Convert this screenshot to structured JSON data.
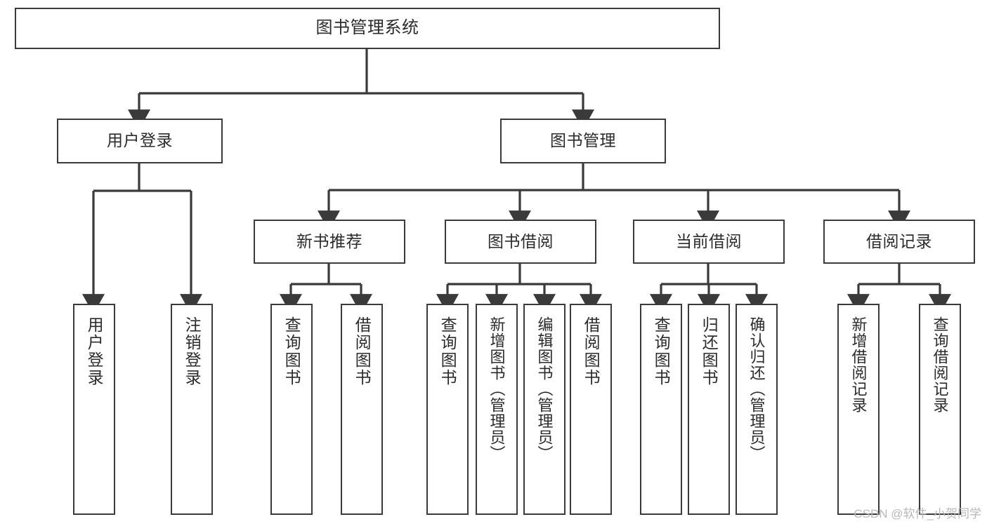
{
  "diagram": {
    "title": "图书管理系统",
    "type": "tree-hierarchy-diagram",
    "watermark": "CSDN @软件_小贺同学",
    "colors": {
      "box_border": "#3a3a3a",
      "box_fill": "#ffffff",
      "connector": "#3a3a3a",
      "text": "#2b2b2b",
      "watermark": "#b9b9b9",
      "background": "#ffffff"
    }
  },
  "nodes": {
    "root": {
      "label": "图书管理系统"
    },
    "level2": [
      {
        "id": "user-login",
        "label": "用户登录"
      },
      {
        "id": "book-manage",
        "label": "图书管理"
      }
    ],
    "level3": [
      {
        "id": "new-book-recommend",
        "label": "新书推荐"
      },
      {
        "id": "book-borrow",
        "label": "图书借阅"
      },
      {
        "id": "current-borrow",
        "label": "当前借阅"
      },
      {
        "id": "borrow-record",
        "label": "借阅记录"
      }
    ],
    "leaves": {
      "user_login": [
        {
          "id": "leaf-user-login",
          "label": "用户登录"
        },
        {
          "id": "leaf-user-logout",
          "label": "注销登录"
        }
      ],
      "new_book_recommend": [
        {
          "id": "leaf-query-book-1",
          "label": "查询图书"
        },
        {
          "id": "leaf-borrow-book-1",
          "label": "借阅图书"
        }
      ],
      "book_borrow": [
        {
          "id": "leaf-query-book-2",
          "label": "查询图书"
        },
        {
          "id": "leaf-add-book",
          "label": "新增图书（管理员）"
        },
        {
          "id": "leaf-edit-book",
          "label": "编辑图书（管理员）"
        },
        {
          "id": "leaf-borrow-book-2",
          "label": "借阅图书"
        }
      ],
      "current_borrow": [
        {
          "id": "leaf-query-book-3",
          "label": "查询图书"
        },
        {
          "id": "leaf-return-book",
          "label": "归还图书"
        },
        {
          "id": "leaf-confirm-return",
          "label": "确认归还（管理员）"
        }
      ],
      "borrow_record": [
        {
          "id": "leaf-add-record",
          "label": "新增借阅记录"
        },
        {
          "id": "leaf-query-record",
          "label": "查询借阅记录"
        }
      ]
    }
  }
}
